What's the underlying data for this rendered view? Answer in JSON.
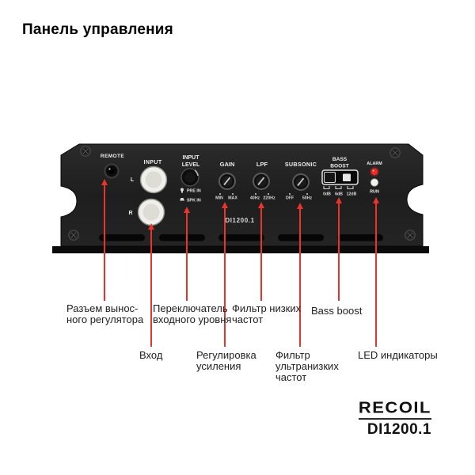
{
  "title": "Панель управления",
  "panel": {
    "remote_label": "REMOTE",
    "input_label": "INPUT",
    "input_l": "L",
    "input_r": "R",
    "input_level_line1": "INPUT",
    "input_level_line2": "LEVEL",
    "pre_in": "PRE IN",
    "spk_in": "SPK IN",
    "gain_label": "GAIN",
    "gain_min": "MIN",
    "gain_max": "MAX",
    "lpf_label": "LPF",
    "lpf_min": "40Hz",
    "lpf_max": "220Hz",
    "subsonic_label": "SUBSONIC",
    "subsonic_min": "OFF",
    "subsonic_max": "50Hz",
    "bass_boost_line1": "BASS",
    "bass_boost_line2": "BOOST",
    "bass_steps": [
      "0dB",
      "6dB",
      "12dB"
    ],
    "alarm_label": "ALARM",
    "run_label": "RUN",
    "model_label": "DI1200.1"
  },
  "callouts": [
    {
      "lines": [
        "Разъем вынос-",
        "ного регулятора"
      ]
    },
    {
      "lines": [
        "Переключатель",
        "входного уровня"
      ]
    },
    {
      "lines": [
        "Фильтр низких",
        "частот"
      ]
    },
    {
      "lines": [
        "Bass boost"
      ]
    },
    {
      "lines": [
        "Вход"
      ]
    },
    {
      "lines": [
        "Регулировка",
        "усиления"
      ]
    },
    {
      "lines": [
        "Фильтр",
        "ультранизких",
        "частот"
      ]
    },
    {
      "lines": [
        "LED индикаторы"
      ]
    }
  ],
  "brand": {
    "logo": "RECOIL",
    "model": "DI1200.1"
  },
  "colors": {
    "arrow_red": "#e8352c",
    "alarm_led": "#ee2b26",
    "run_led": "#f2f2ee",
    "panel_black": "#1f1f1f"
  }
}
